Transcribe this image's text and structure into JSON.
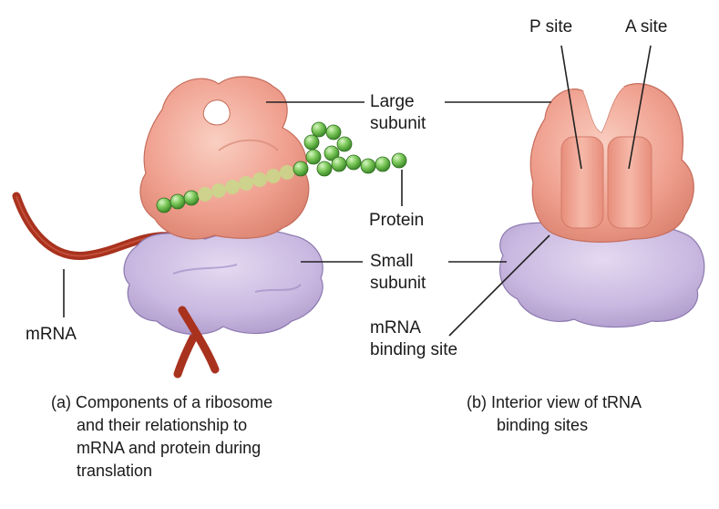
{
  "labels": {
    "p_site": "P site",
    "a_site": "A site",
    "large_subunit_1": "Large",
    "large_subunit_2": "subunit",
    "protein": "Protein",
    "small_subunit_1": "Small",
    "small_subunit_2": "subunit",
    "mrna_binding_1": "mRNA",
    "mrna_binding_2": "binding site",
    "mrna": "mRNA"
  },
  "captions": {
    "a_1": "(a) Components of a ribosome",
    "a_2": "and their relationship to",
    "a_3": "mRNA and protein during",
    "a_4": "translation",
    "b_1": "(b) Interior view of tRNA",
    "b_2": "binding sites"
  },
  "colors": {
    "large_subunit": "#f0a08f",
    "small_subunit": "#c9b8e0",
    "mrna_strand": "#a8321e",
    "protein_beads": "#7cc85a",
    "leader_lines": "#222222"
  }
}
